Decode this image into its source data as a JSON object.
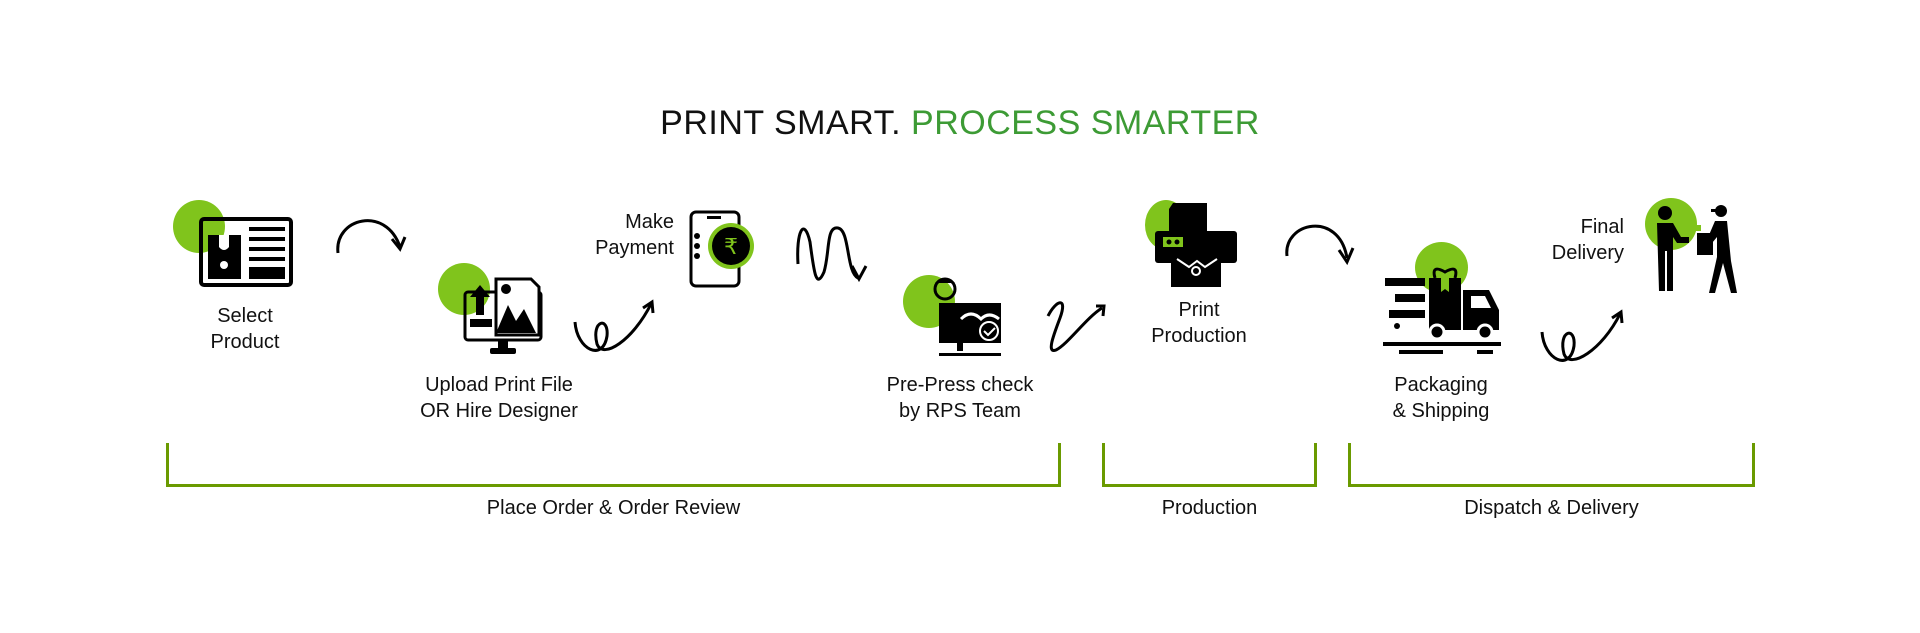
{
  "title": {
    "part1": "PRINT SMART.",
    "part2": "PROCESS SMARTER"
  },
  "steps": [
    {
      "icon": "product-catalog-icon",
      "line1": "Select",
      "line2": "Product"
    },
    {
      "icon": "upload-file-monitor-icon",
      "line1": "Upload Print File",
      "line2": "OR Hire Designer"
    },
    {
      "icon": "mobile-rupee-payment-icon",
      "line1": "Make",
      "line2": "Payment"
    },
    {
      "icon": "prepress-check-icon",
      "line1": "Pre-Press check",
      "line2": "by RPS Team"
    },
    {
      "icon": "printer-icon",
      "line1": "Print",
      "line2": "Production"
    },
    {
      "icon": "delivery-truck-icon",
      "line1": "Packaging",
      "line2": "& Shipping"
    },
    {
      "icon": "handover-delivery-icon",
      "line1": "Final",
      "line2": "Delivery"
    }
  ],
  "phases": [
    {
      "label": "Place Order & Order Review"
    },
    {
      "label": "Production"
    },
    {
      "label": "Dispatch & Delivery"
    }
  ],
  "colors": {
    "accent": "#80c41c",
    "title_green": "#3d9b35",
    "bracket": "#6a9a00",
    "text": "#111111"
  }
}
